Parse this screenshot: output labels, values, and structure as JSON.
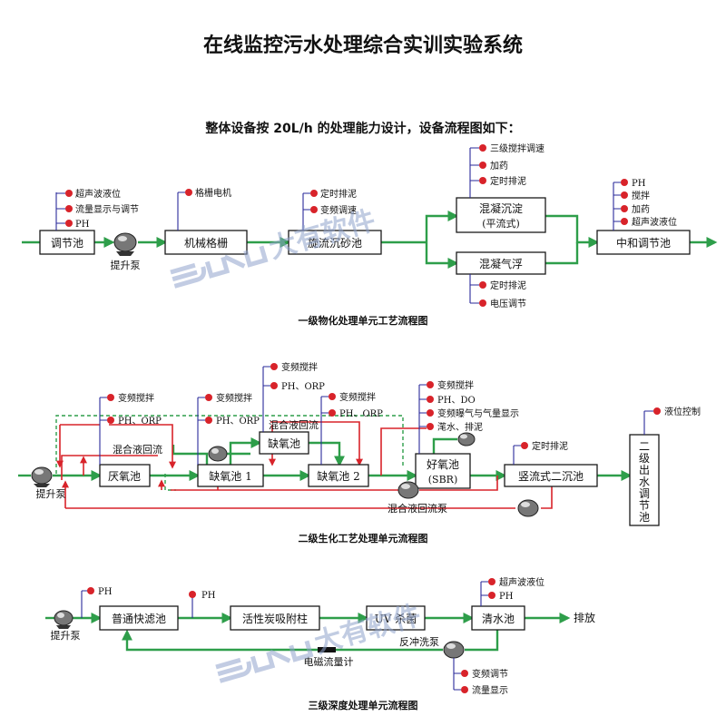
{
  "title": "在线监控污水处理综合实训实验系统",
  "subtitle": "整体设备按 20L/h 的处理能力设计，设备流程图如下：",
  "watermark": "大有软件",
  "colors": {
    "flow": "#2e9e4a",
    "return": "#d8232a",
    "sensor": "#d8232a",
    "stem": "#2a2a9a"
  },
  "stage1": {
    "caption": "一级物化处理单元工艺流程图",
    "tanks": {
      "equalization": "调节池",
      "screen": "机械格栅",
      "grit": "旋流沉砂池",
      "coag_sed_1": "混凝沉淀",
      "coag_sed_2": "(平流式)",
      "coag_float": "混凝气浮",
      "neutral": "中和调节池"
    },
    "pump": "提升泵",
    "s_equal": [
      "超声波液位",
      "流量显示与调节",
      "PH"
    ],
    "s_screen": [
      "格栅电机"
    ],
    "s_grit": [
      "定时排泥",
      "变频调速"
    ],
    "s_sed": [
      "三级搅拌调速",
      "加药",
      "定时排泥"
    ],
    "s_float": [
      "定时排泥",
      "电压调节"
    ],
    "s_neutral": [
      "PH",
      "搅拌",
      "加药",
      "超声波液位"
    ]
  },
  "stage2": {
    "caption": "二级生化工艺处理单元流程图",
    "tanks": {
      "anaerobic": "厌氧池",
      "anoxic1": "缺氧池 1",
      "anoxic_top": "缺氧池",
      "anoxic2": "缺氧池 2",
      "aerobic_1": "好氧池",
      "aerobic_2": "(SBR)",
      "clarifier": "竖流式二沉池",
      "outlet": [
        "二",
        "级",
        "出",
        "水",
        "调",
        "节",
        "池"
      ]
    },
    "pump": "提升泵",
    "return_pump": "混合液回流泵",
    "mix_return_1": "混合液回流",
    "mix_return_2": "混合液回流",
    "s_anaerobic": [
      "变频搅拌",
      "PH、ORP"
    ],
    "s_anoxic1": [
      "变频搅拌",
      "PH、ORP"
    ],
    "s_anoxic_top": [
      "变频搅拌",
      "PH、ORP"
    ],
    "s_anoxic2": [
      "变频搅拌",
      "PH、ORP"
    ],
    "s_aerobic": [
      "变频搅拌",
      "PH、DO",
      "变频曝气与气量显示",
      "滗水、排泥"
    ],
    "s_clarifier": [
      "定时排泥"
    ],
    "s_outlet": [
      "液位控制"
    ]
  },
  "stage3": {
    "caption": "三级深度处理单元流程图",
    "tanks": {
      "filter": "普通快滤池",
      "carbon": "活性炭吸附柱",
      "uv": "UV 杀菌",
      "clear": "清水池"
    },
    "pump": "提升泵",
    "ph_in": "PH",
    "ph_filter": "PH",
    "discharge": "排放",
    "backwash": "反冲洗泵",
    "flowmeter": "电磁流量计",
    "s_clear": [
      "超声波液位",
      "PH"
    ],
    "s_backwash": [
      "变频调节",
      "流量显示"
    ]
  }
}
